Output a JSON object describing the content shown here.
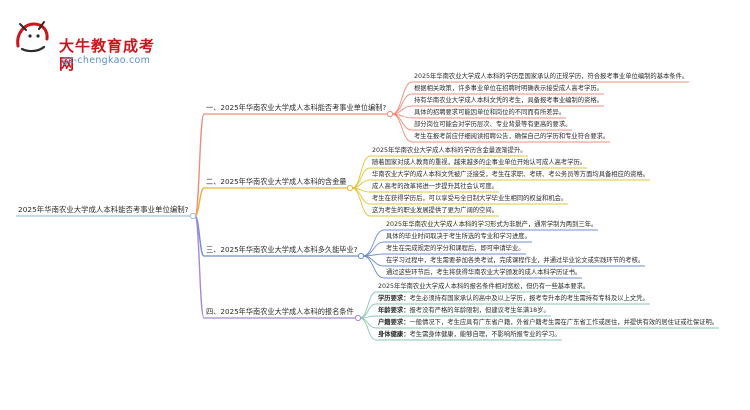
{
  "logo": {
    "title": "大牛教育成考网",
    "url": "gz-chengkao.com",
    "mark_glyph": "大牛",
    "accent": "#c8161d",
    "url_color": "#5b8fc9"
  },
  "colors": {
    "root_line": "#9fc2dc",
    "branch1": "#ef8d7a",
    "branch2": "#e5b53f",
    "branch3": "#6f8fd1",
    "branch4": "#a58bd3",
    "leaf1": "#ef8d7a",
    "leaf2": "#dfc43a",
    "leaf3": "#6f8fd1",
    "leaf4": "#8ac7ad"
  },
  "root": "2025年华南农业大学成人本科能否考事业单位编制?",
  "branches": [
    {
      "label": "一、2025年华南农业大学成人本科能否考事业单位编制?",
      "leaves": [
        {
          "prefix": "",
          "text": "2025年华南农业大学成人本科的学历是国家承认的正规学历，符合报考事业单位编制的基本条件。"
        },
        {
          "prefix": "",
          "text": "根据相关政策，许多事业单位在招聘时明确表示接受成人高考学历。"
        },
        {
          "prefix": "",
          "text": "持有华南农业大学成人本科文凭的考生，具备报考事业编制的资格。"
        },
        {
          "prefix": "",
          "text": "具体的招聘要求可能因单位和岗位的不同而有所差异。"
        },
        {
          "prefix": "",
          "text": "部分岗位可能会对学历层次、专业背景等有更高的要求。"
        },
        {
          "prefix": "",
          "text": "考生在报考前应仔细阅读招聘公告，确保自己的学历和专业符合要求。"
        }
      ]
    },
    {
      "label": "二、2025年华南农业大学成人本科的含金量",
      "leaves": [
        {
          "prefix": "",
          "text": "2025年华南农业大学成人本科的学历含金量逐渐提升。"
        },
        {
          "prefix": "",
          "text": "随着国家对成人教育的重视，越来越多的企事业单位开始认可成人高考学历。"
        },
        {
          "prefix": "",
          "text": "华南农业大学的成人本科文凭被广泛接受，考生在求职、考研、考公务员等方面均具备相应的资格。"
        },
        {
          "prefix": "",
          "text": "成人高考的改革将进一步提升其社会认可度。"
        },
        {
          "prefix": "",
          "text": "考生在获得学历后，可以享受与全日制大学毕业生相同的权益和机会。"
        },
        {
          "prefix": "",
          "text": "这为考生的职业发展提供了更为广阔的空间。"
        }
      ]
    },
    {
      "label": "三、2025年华南农业大学成人本科多久能毕业?",
      "leaves": [
        {
          "prefix": "",
          "text": "2025年华南农业大学成人本科的学习形式为非脱产，通常学制为两到三年。"
        },
        {
          "prefix": "",
          "text": "具体的毕业时间取决于考生所选的专业和学习进度。"
        },
        {
          "prefix": "",
          "text": "考生在完成规定的学分和课程后，即可申请毕业。"
        },
        {
          "prefix": "",
          "text": "在学习过程中，考生需要参加各类考试，完成课程作业，并通过毕业论文或实践环节的考核。"
        },
        {
          "prefix": "",
          "text": "通过这些环节后，考生将获得华南农业大学颁发的成人本科学历证书。"
        }
      ]
    },
    {
      "label": "四、2025年华南农业大学成人本科的报名条件",
      "leaves": [
        {
          "prefix": "",
          "text": "2025年华南农业大学成人本科的报名条件相对宽松，但仍有一些基本要求。"
        },
        {
          "prefix": "学历要求：",
          "text": "考生必须持有国家承认的高中及以上学历，报考专升本的考生需持有专科及以上文凭。"
        },
        {
          "prefix": "年龄要求：",
          "text": "报考没有严格的年龄限制，但建议考生年满18岁。"
        },
        {
          "prefix": "户籍要求：",
          "text": "一般情况下，考生应具有广东省户籍，外省户籍考生需在广东省工作或居住，并提供有效的居住证或社保证明。"
        },
        {
          "prefix": "身体健康：",
          "text": "考生需身体健康，能够自理，不影响所报专业的学习。"
        }
      ]
    }
  ]
}
